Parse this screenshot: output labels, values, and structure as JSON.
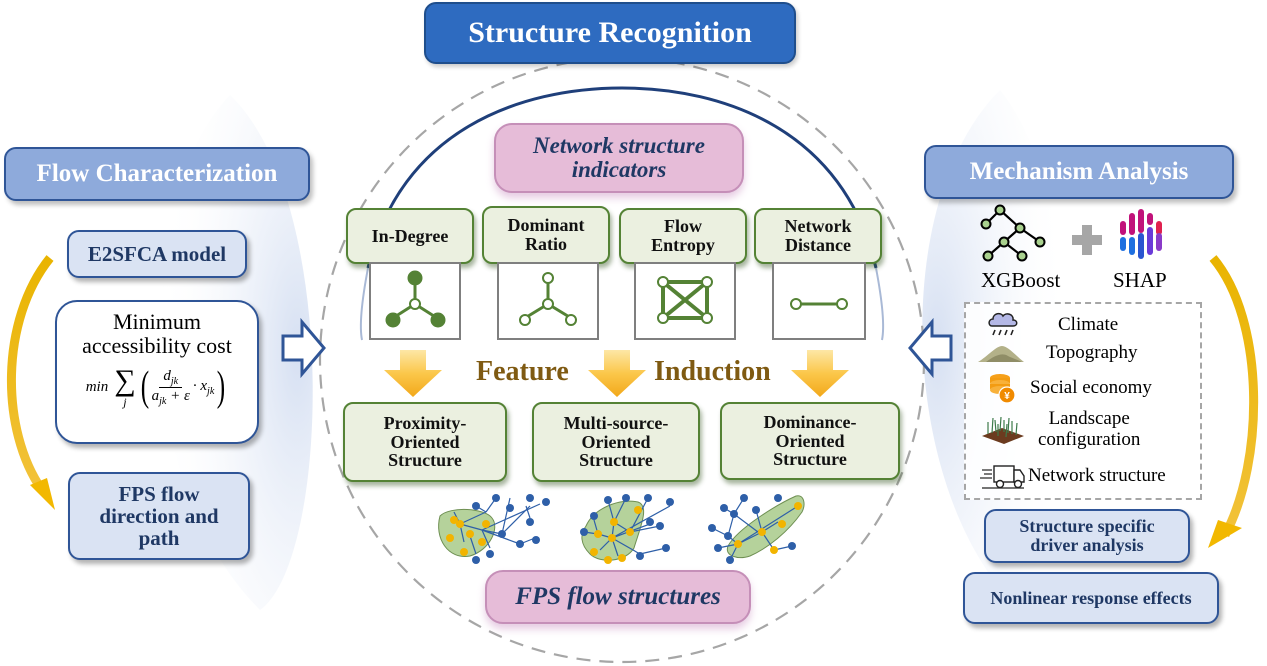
{
  "title": "Structure Recognition",
  "left_panel": {
    "header": "Flow Characterization",
    "model_label": "E2SFCA model",
    "cost_box": {
      "title_line1": "Minimum",
      "title_line2": "accessibility cost",
      "formula": {
        "operator": "min",
        "sum_symbol": "∑",
        "sum_index": "j",
        "numerator": "d",
        "numerator_sub": "jk",
        "denominator": "a",
        "denominator_sub": "jk",
        "denominator_plus": "+ ε",
        "multiplier": "· x",
        "multiplier_sub": "jk"
      }
    },
    "output_label": "FPS flow direction and path",
    "output_lines": [
      "FPS flow",
      "direction and",
      "path"
    ]
  },
  "center_panel": {
    "indicators_title_lines": [
      "Network structure",
      "indicators"
    ],
    "indicators": [
      {
        "lines": [
          "In-Degree"
        ],
        "icon": "in-degree-graph-icon"
      },
      {
        "lines": [
          "Dominant",
          "Ratio"
        ],
        "icon": "dominant-ratio-graph-icon"
      },
      {
        "lines": [
          "Flow",
          "Entropy"
        ],
        "icon": "flow-entropy-graph-icon"
      },
      {
        "lines": [
          "Network",
          "Distance"
        ],
        "icon": "network-distance-graph-icon"
      }
    ],
    "induction_words": [
      "Feature",
      "Induction"
    ],
    "structures": [
      {
        "lines": [
          "Proximity-",
          "Oriented",
          "Structure"
        ]
      },
      {
        "lines": [
          "Multi-source-",
          "Oriented",
          "Structure"
        ]
      },
      {
        "lines": [
          "Dominance-",
          "Oriented",
          "Structure"
        ]
      }
    ],
    "structures_title": "FPS flow structures"
  },
  "right_panel": {
    "header": "Mechanism Analysis",
    "models": [
      {
        "label": "XGBoost",
        "icon": "xgboost-tree-icon"
      },
      {
        "label": "SHAP",
        "icon": "shap-logo-icon"
      }
    ],
    "drivers": [
      {
        "label": "Climate",
        "icon": "rain-cloud-icon"
      },
      {
        "label": "Topography",
        "icon": "mountain-icon"
      },
      {
        "label": "Social economy",
        "icon": "coins-icon"
      },
      {
        "label_lines": [
          "Landscape",
          "configuration"
        ],
        "icon": "landscape-icon"
      },
      {
        "label": "Network structure",
        "icon": "delivery-truck-icon"
      }
    ],
    "outputs": [
      {
        "lines": [
          "Structure specific",
          "driver analysis"
        ]
      },
      {
        "lines": [
          "Nonlinear response effects"
        ]
      }
    ]
  },
  "colors": {
    "header_blue": "#8eaadb",
    "title_blue": "#2e6bc0",
    "dark_navy": "#1f3864",
    "green_border": "#548235",
    "pink": "#e6bcd8",
    "gold_arrow": "#d9a000",
    "feature_brown": "#7f5a12"
  }
}
